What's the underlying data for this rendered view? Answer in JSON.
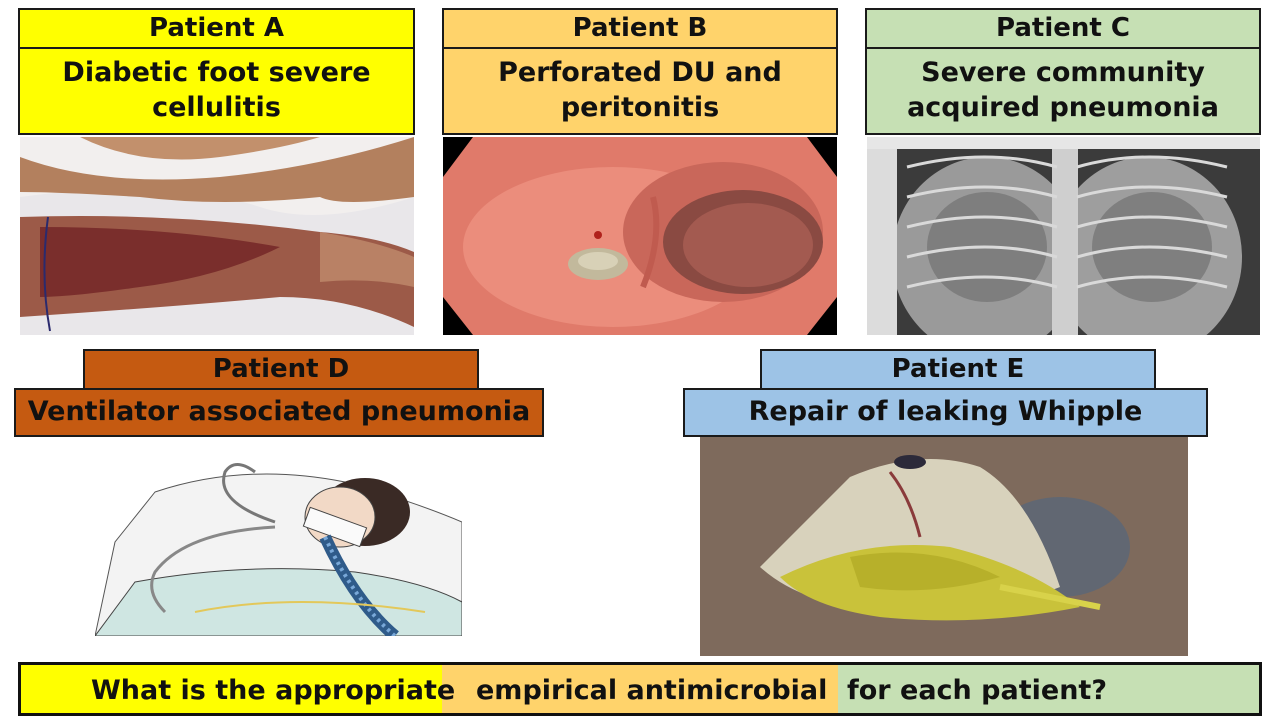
{
  "patients": [
    {
      "header": "Patient A",
      "condition": "Diabetic foot severe cellulitis",
      "color": "#ffff00"
    },
    {
      "header": "Patient B",
      "condition": "Perforated DU and peritonitis",
      "color": "#ffd36b"
    },
    {
      "header": "Patient C",
      "condition": "Severe community acquired pneumonia",
      "color": "#c6e0b4"
    },
    {
      "header": "Patient D",
      "condition": "Ventilator associated pneumonia",
      "color": "#c55a11"
    },
    {
      "header": "Patient E",
      "condition": "Repair of leaking Whipple",
      "color": "#9dc3e6"
    }
  ],
  "images": {
    "a": "leg-cellulitis-photo",
    "b": "endoscopy-duodenal-ulcer-photo",
    "c": "chest-xray-photo",
    "d": "ventilated-patient-illustration",
    "e": "abdominal-wound-photo"
  },
  "footer": {
    "part1": "What is the appropriate",
    "part2": "empirical antimicrobial",
    "part3": "for each patient?"
  }
}
